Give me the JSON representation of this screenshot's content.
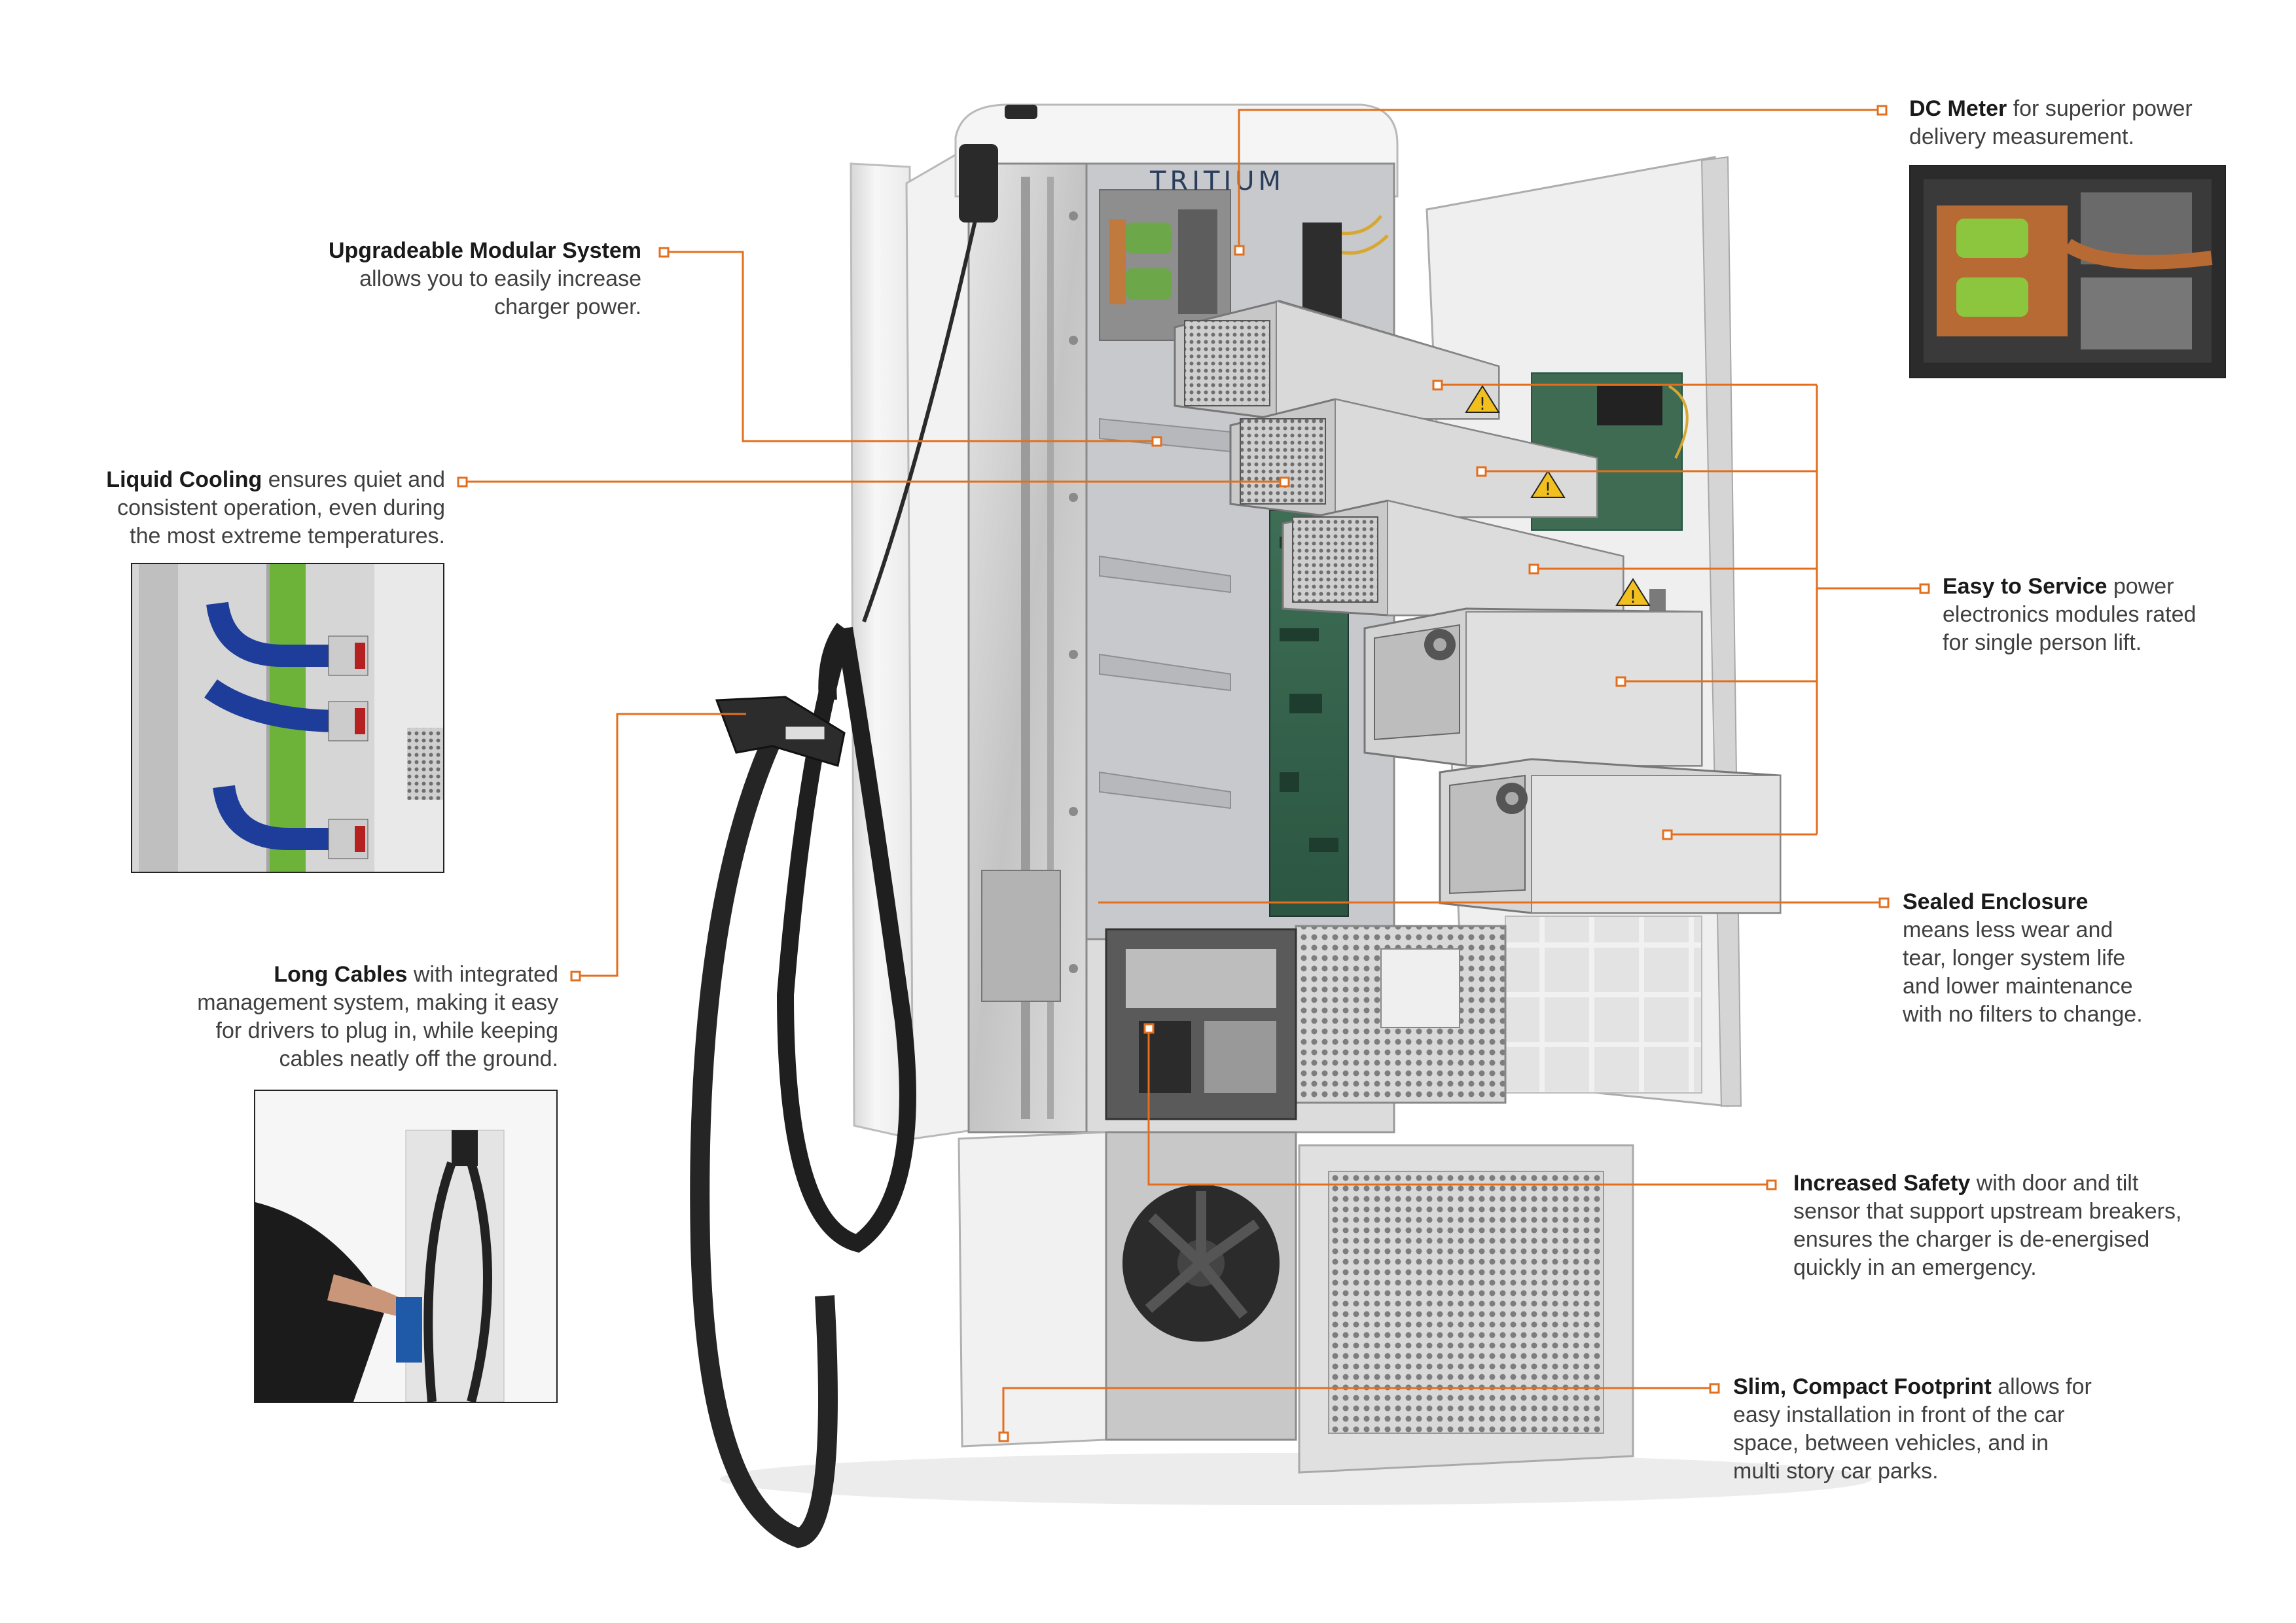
{
  "brand": "TRITIUM",
  "colors": {
    "accent": "#e36f1e",
    "heading": "#1a1a1a",
    "body": "#3f3f3f"
  },
  "callouts": {
    "modular": {
      "title": "Upgradeable Modular System",
      "text1": "allows you to easily increase",
      "text2": "charger power."
    },
    "cooling": {
      "title": "Liquid Cooling",
      "text1": "ensures quiet and",
      "text2": "consistent operation,  even during",
      "text3": "the most extreme temperatures."
    },
    "cables": {
      "title": "Long Cables",
      "text1": "with integrated",
      "text2": "management system, making it easy",
      "text3": "for drivers to plug in, while keeping",
      "text4": "cables neatly off the ground."
    },
    "meter": {
      "title": "DC Meter",
      "text1": "for superior power",
      "text2": "delivery measurement."
    },
    "service": {
      "title": "Easy to Service",
      "text1": "power",
      "text2": "electronics modules rated",
      "text3": "for single person lift."
    },
    "enclosure": {
      "title": "Sealed Enclosure",
      "text1": "means less wear and",
      "text2": "tear, longer system life",
      "text3": "and lower maintenance",
      "text4": "with no filters to change."
    },
    "safety": {
      "title": "Increased Safety",
      "text1": "with door and tilt",
      "text2": "sensor that support upstream breakers,",
      "text3": "ensures the charger is de-energised",
      "text4": "quickly in an emergency."
    },
    "footprint": {
      "title": "Slim, Compact Footprint",
      "text1": "allows for",
      "text2": "easy installation in front of the car",
      "text3": "space, between vehicles, and in",
      "text4": "multi story car parks."
    }
  },
  "icons": [
    "warning-icon",
    "fan-icon",
    "connector-icon"
  ]
}
